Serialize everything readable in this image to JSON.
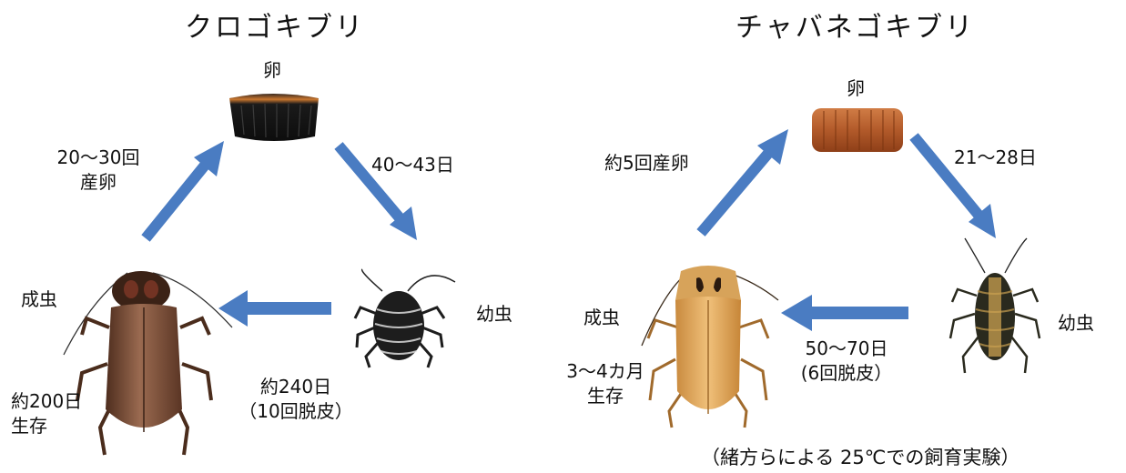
{
  "left": {
    "title": "クロゴキブリ",
    "egg_label": "卵",
    "egg_to_nymph": "40〜43日",
    "adult_to_egg_line1": "20〜30回",
    "adult_to_egg_line2": "産卵",
    "nymph_label": "幼虫",
    "adult_label": "成虫",
    "nymph_to_adult_line1": "約240日",
    "nymph_to_adult_line2": "（10回脱皮）",
    "lifespan_line1": "約200日",
    "lifespan_line2": "生存"
  },
  "right": {
    "title": "チャバネゴキブリ",
    "egg_label": "卵",
    "egg_to_nymph": "21〜28日",
    "adult_to_egg": "約5回産卵",
    "nymph_label": "幼虫",
    "adult_label": "成虫",
    "nymph_to_adult_line1": "50〜70日",
    "nymph_to_adult_line2": "(6回脱皮）",
    "lifespan_line1": "3〜4カ月",
    "lifespan_line2": "生存"
  },
  "caption": "（緒方らによる 25℃での飼育実験）",
  "colors": {
    "arrow": "#4a7cc2",
    "black_egg": "#1c1c1c",
    "brown_egg": "#b25a2a",
    "black_adult": "#6b3f2a",
    "german_adult": "#d89a4c"
  }
}
